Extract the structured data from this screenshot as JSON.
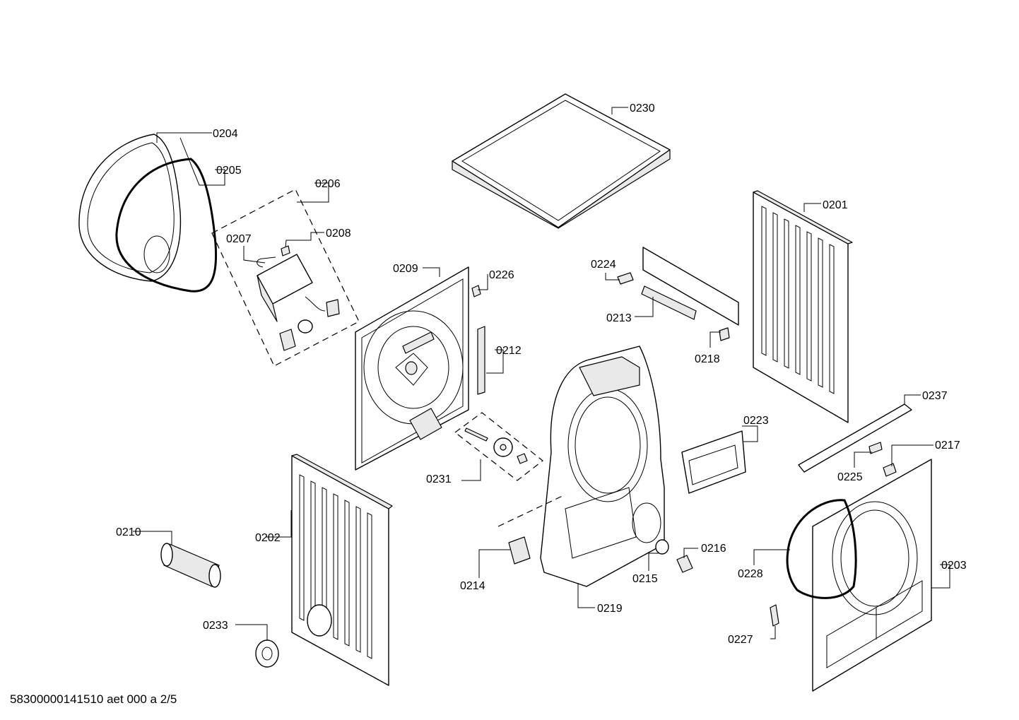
{
  "drawing_id": "58300000141510 aet 000 a 2/5",
  "part_labels": {
    "p0201": "0201",
    "p0202": "0202",
    "p0203": "0203",
    "p0204": "0204",
    "p0205": "0205",
    "p0206": "0206",
    "p0207": "0207",
    "p0208": "0208",
    "p0209": "0209",
    "p0210": "0210",
    "p0212": "0212",
    "p0213": "0213",
    "p0214": "0214",
    "p0215": "0215",
    "p0216": "0216",
    "p0217": "0217",
    "p0218": "0218",
    "p0219": "0219",
    "p0223": "0223",
    "p0224": "0224",
    "p0225": "0225",
    "p0226": "0226",
    "p0227": "0227",
    "p0228": "0228",
    "p0230": "0230",
    "p0231": "0231",
    "p0233": "0233",
    "p0237": "0237"
  }
}
